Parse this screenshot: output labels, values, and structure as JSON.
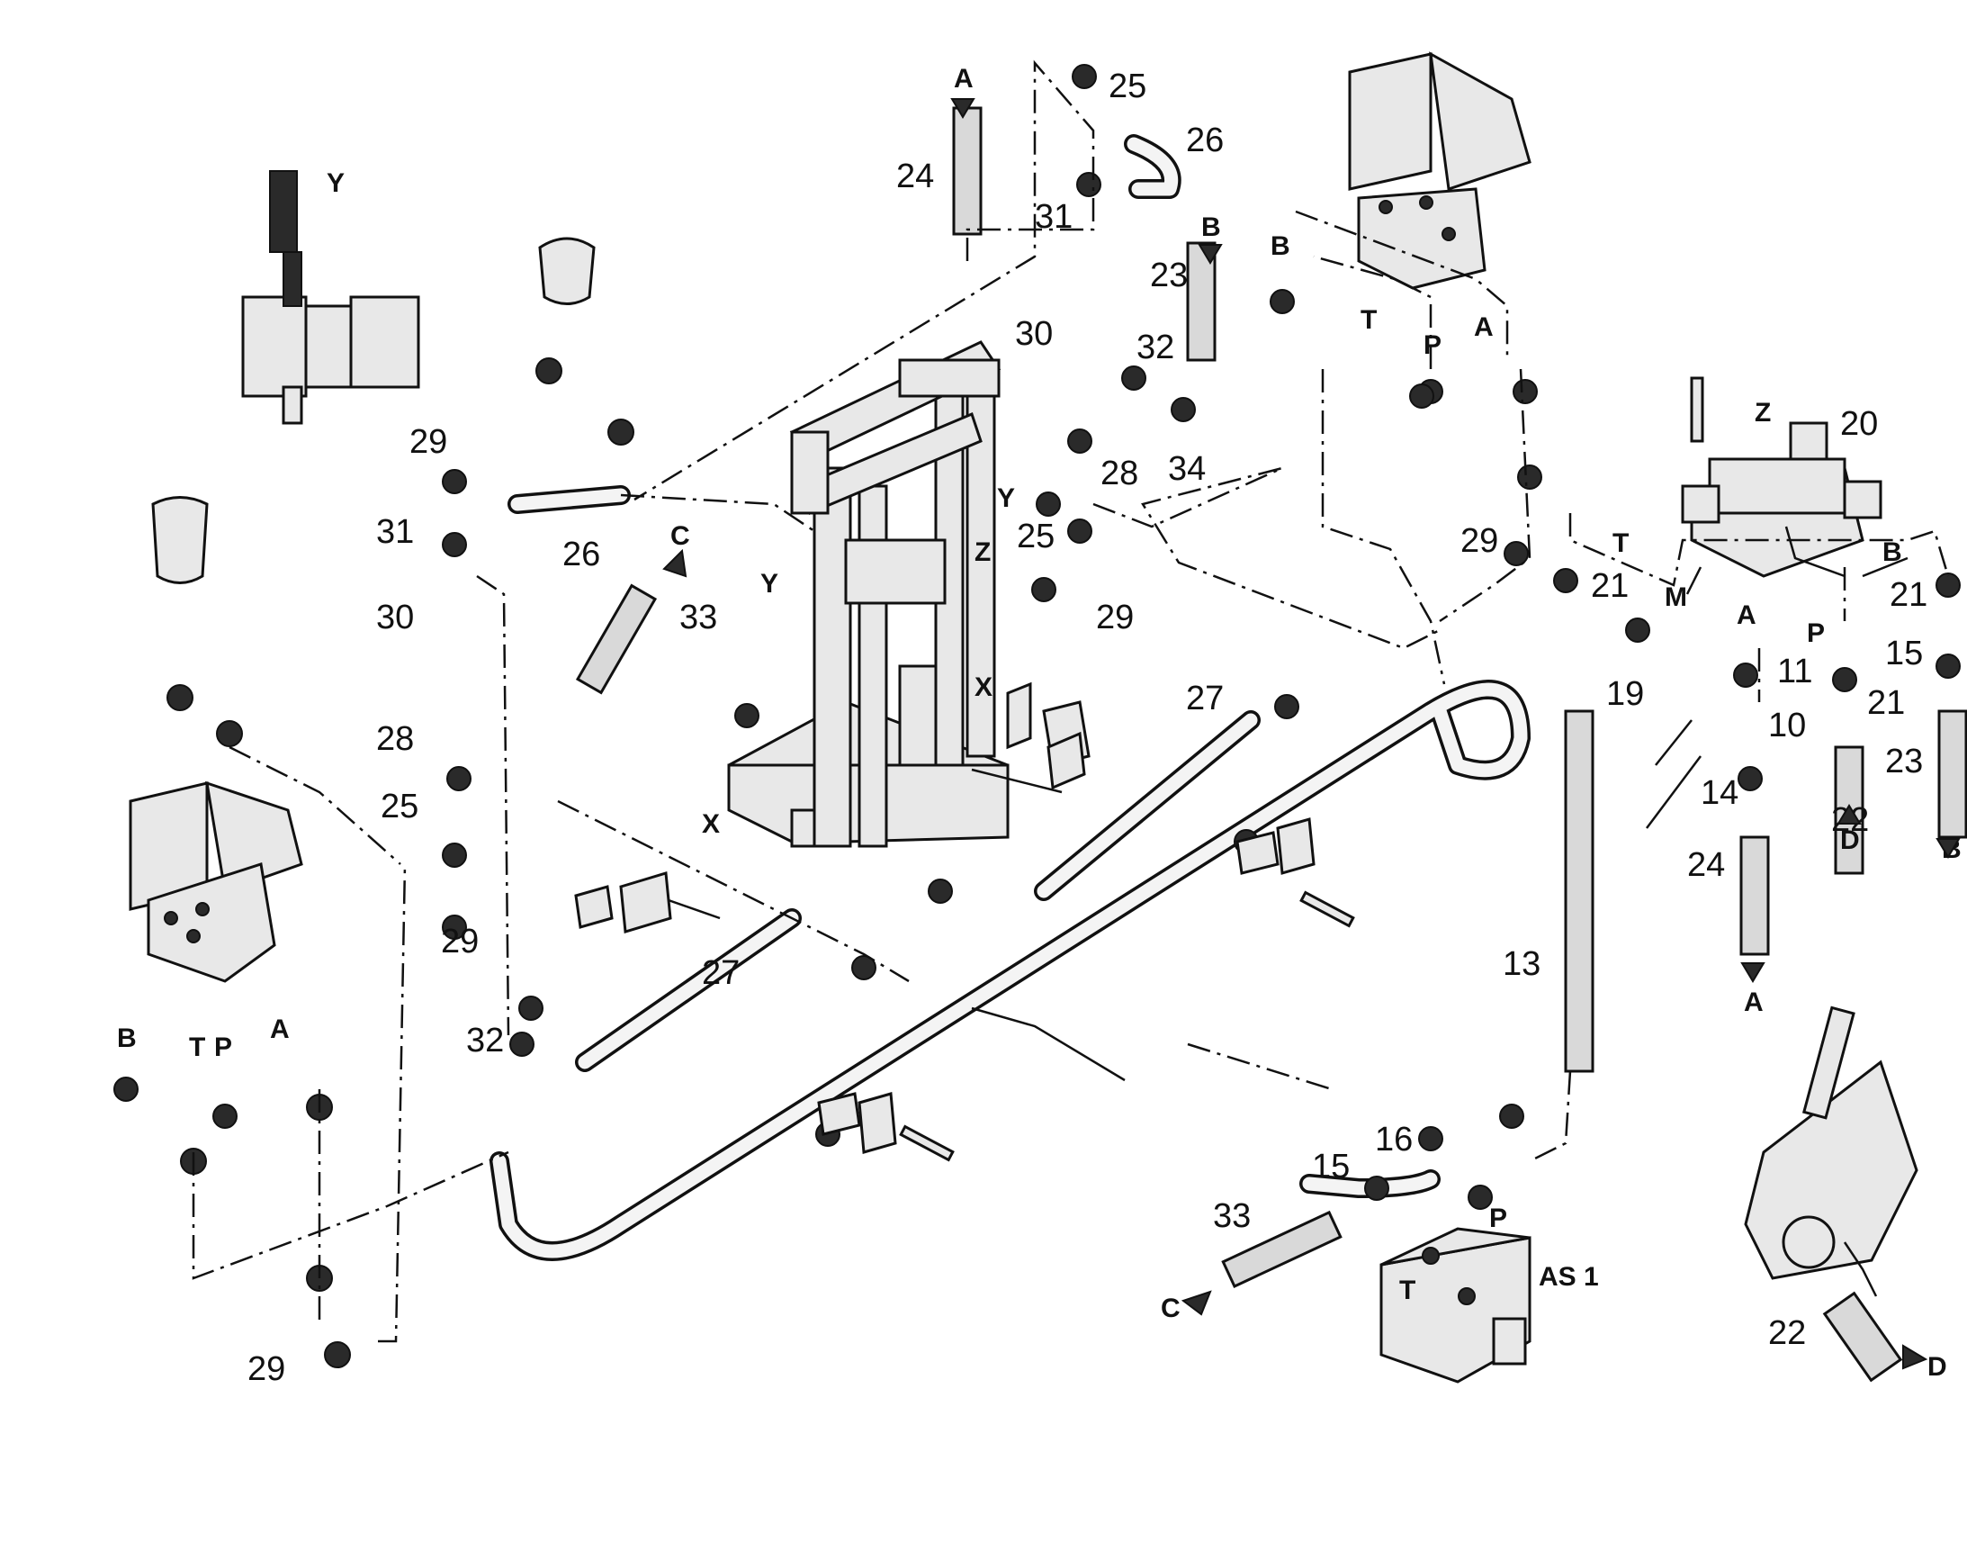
{
  "part_labels": {
    "l10": "10",
    "l11": "11",
    "l13": "13",
    "l14": "14",
    "l15a": "15",
    "l15b": "15",
    "l16": "16",
    "l19": "19",
    "l20": "20",
    "l21a": "21",
    "l21b": "21",
    "l21c": "21",
    "l22a": "22",
    "l22b": "22",
    "l23a": "23",
    "l23b": "23",
    "l24a": "24",
    "l24b": "24",
    "l25a": "25",
    "l25b": "25",
    "l25c": "25",
    "l26a": "26",
    "l26b": "26",
    "l27a": "27",
    "l27b": "27",
    "l28a": "28",
    "l28b": "28",
    "l29a": "29",
    "l29b": "29",
    "l29c": "29",
    "l29d": "29",
    "l29e": "29",
    "l30a": "30",
    "l30b": "30",
    "l31a": "31",
    "l31b": "31",
    "l32a": "32",
    "l32b": "32",
    "l33a": "33",
    "l33b": "33",
    "l34": "34"
  },
  "port_letters": {
    "A1": "A",
    "A2": "A",
    "A3": "A",
    "A4": "A",
    "A5": "A",
    "B1": "B",
    "B2": "B",
    "B3": "B",
    "B4": "B",
    "B5": "B",
    "C1": "C",
    "C2": "C",
    "D1": "D",
    "D2": "D",
    "T1": "T",
    "T2": "T",
    "T3": "T",
    "T4": "T",
    "P1": "P",
    "P2": "P",
    "P3": "P",
    "P4": "P",
    "M1": "M",
    "X1": "X",
    "X2": "X",
    "Y1": "Y",
    "Y2": "Y",
    "Y3": "Y",
    "Z1": "Z",
    "Z2": "Z"
  },
  "block_label": "AS 1"
}
